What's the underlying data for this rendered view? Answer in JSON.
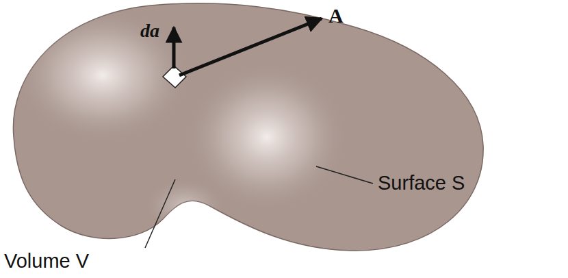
{
  "diagram": {
    "labels": [
      "da",
      "A",
      "Surface S",
      "Volume V"
    ]
  }
}
